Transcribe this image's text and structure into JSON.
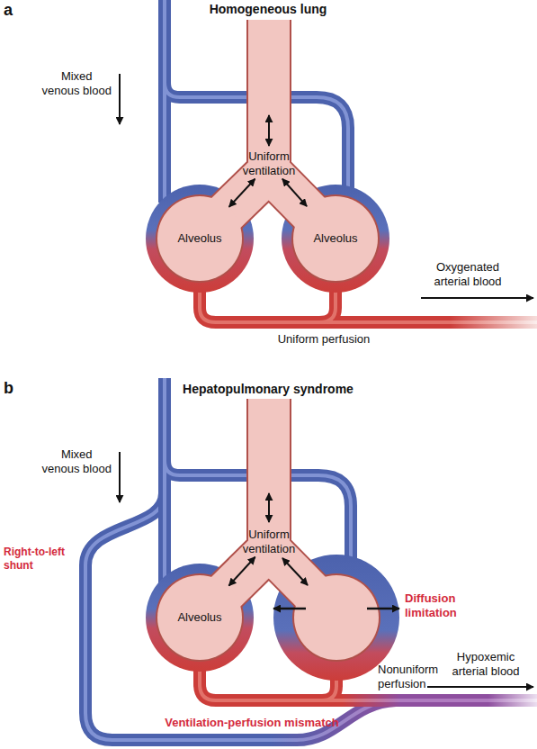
{
  "diagram": {
    "nodes": [
      {
        "text": [
          "Uniform ventilation"
        ]
      },
      {
        "text": [
          "Alveolus"
        ]
      },
      {
        "text": [
          "Alveolus"
        ]
      },
      {
        "text": [
          "Uniform ventilation"
        ]
      },
      {
        "text": [
          "Alveolus"
        ]
      }
    ],
    "edges": [
      {
        "from": 0,
        "to": 1,
        "arrow": "both"
      },
      {
        "from": 0,
        "to": 2,
        "arrow": "both"
      },
      {
        "from": 3,
        "to": 4,
        "arrow": "both"
      }
    ],
    "labels": [
      "a",
      "Homogeneous lung",
      "Mixed venous blood",
      "Oxygenated arterial blood",
      "Uniform perfusion",
      "b",
      "Hepatopulmonary syndrome",
      "Mixed venous blood",
      "Right-to-left shunt",
      "Diffusion limitation",
      "Nonuniform perfusion",
      "Hypoxemic arterial blood",
      "Ventilation-perfusion mismatch"
    ]
  }
}
